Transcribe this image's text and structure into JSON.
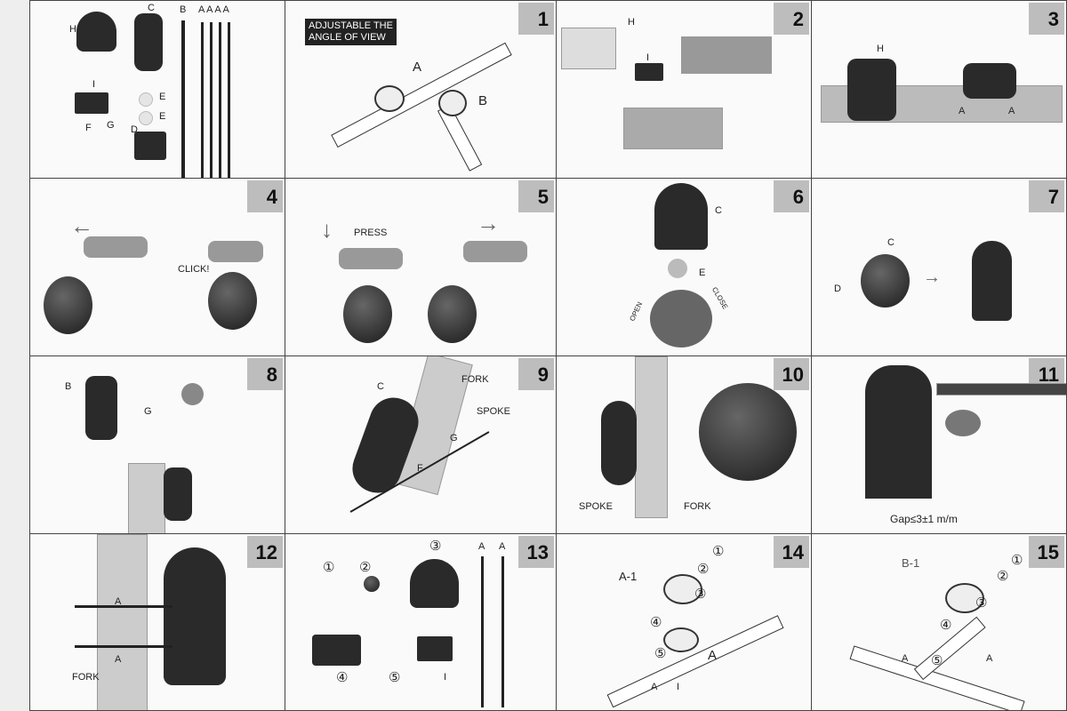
{
  "panels": [
    {
      "step": "",
      "labels": [
        "H",
        "C",
        "B",
        "A A A A",
        "I",
        "E",
        "E",
        "F",
        "G",
        "D"
      ]
    },
    {
      "step": "1",
      "labels": [
        "ADJUSTABLE THE",
        "ANGLE OF VIEW",
        "A",
        "B"
      ]
    },
    {
      "step": "2",
      "labels": [
        "H",
        "I"
      ]
    },
    {
      "step": "3",
      "labels": [
        "H",
        "A",
        "A"
      ]
    },
    {
      "step": "4",
      "labels": [
        "CLICK!"
      ]
    },
    {
      "step": "5",
      "labels": [
        "PRESS"
      ]
    },
    {
      "step": "6",
      "labels": [
        "C",
        "E",
        "OPEN",
        "CLOSE"
      ]
    },
    {
      "step": "7",
      "labels": [
        "C",
        "D"
      ]
    },
    {
      "step": "8",
      "labels": [
        "B",
        "G"
      ]
    },
    {
      "step": "9",
      "labels": [
        "C",
        "FORK",
        "SPOKE",
        "G",
        "F"
      ]
    },
    {
      "step": "10",
      "labels": [
        "SPOKE",
        "FORK"
      ]
    },
    {
      "step": "11",
      "labels": [
        "Gap≤3±1 m/m"
      ]
    },
    {
      "step": "12",
      "labels": [
        "A",
        "A",
        "FORK"
      ]
    },
    {
      "step": "13",
      "labels": [
        "①",
        "②",
        "③",
        "A",
        "A",
        "④",
        "⑤",
        "I"
      ]
    },
    {
      "step": "14",
      "labels": [
        "A-1",
        "①",
        "②",
        "③",
        "④",
        "⑤",
        "A",
        "A",
        "I"
      ]
    },
    {
      "step": "15",
      "labels": [
        "B-1",
        "①",
        "②",
        "③",
        "④",
        "⑤",
        "A",
        "A"
      ]
    }
  ]
}
